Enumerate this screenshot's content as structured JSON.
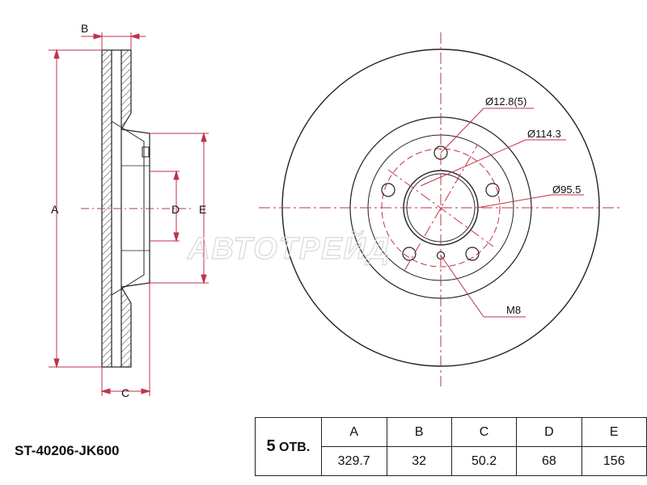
{
  "part_number": "ST-40206-JK600",
  "holes": {
    "count": "5",
    "suffix": "ОТВ."
  },
  "side_view": {
    "label_a": "A",
    "label_b": "B",
    "label_c": "C",
    "label_d": "D",
    "label_e": "E"
  },
  "front_view": {
    "bolt_hole_label": "Ø12.8(5)",
    "pcd_label": "Ø114.3",
    "hub_label": "Ø95.5",
    "thread_label": "M8"
  },
  "watermark": "АВТОТРЕЙД",
  "spec_table": {
    "headers": [
      "A",
      "B",
      "C",
      "D",
      "E"
    ],
    "values": [
      "329.7",
      "32",
      "50.2",
      "68",
      "156"
    ]
  },
  "colors": {
    "line": "#222222",
    "dimension": "#c0324a",
    "hatch": "#333333"
  }
}
